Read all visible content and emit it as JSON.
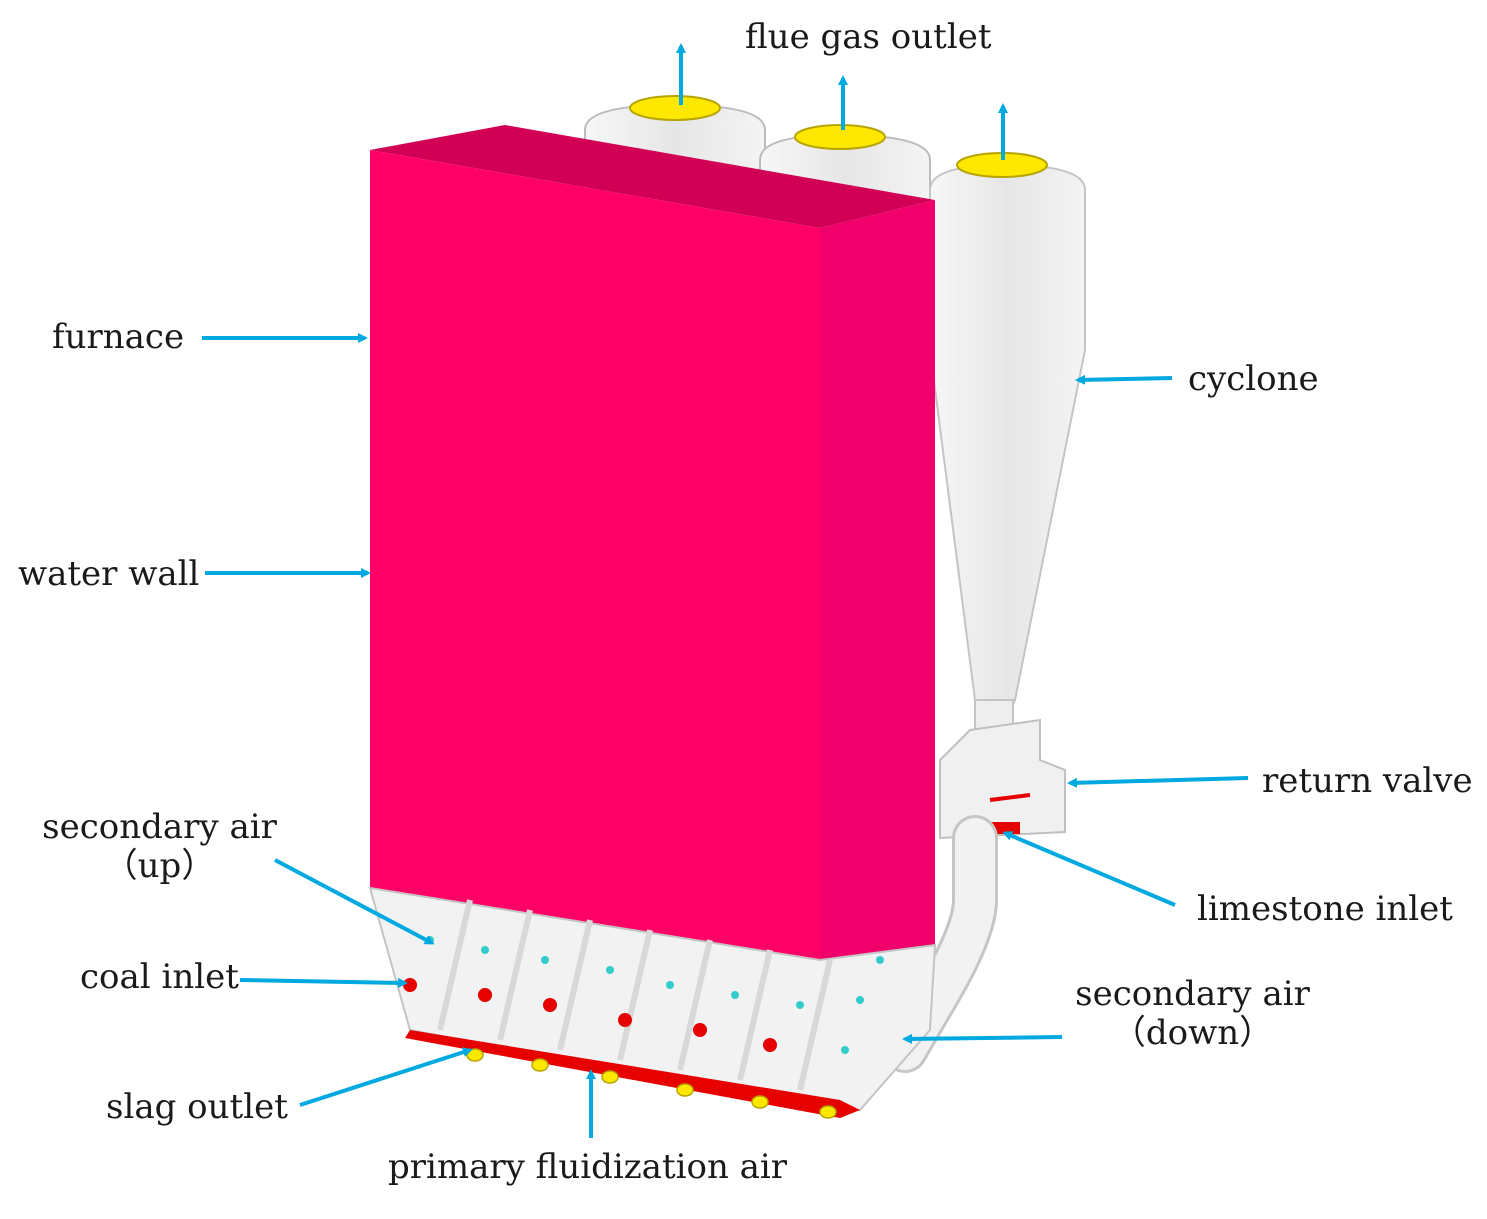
{
  "colors": {
    "furnace": "#ff0066",
    "furnace_dark": "#d10055",
    "arrow": "#00a9e0",
    "cap": "#ffe800",
    "cap_ring": "#b8a400",
    "body_light": "#efefef",
    "body_stroke": "#bcbcbc",
    "hot": "#e60000"
  },
  "labels": {
    "flue_gas_outlet": "flue gas outlet",
    "furnace": "furnace",
    "cyclone": "cyclone",
    "water_wall": "water wall",
    "return_valve": "return valve",
    "secondary_air_up_line1": "secondary air",
    "secondary_air_up_line2": "（up）",
    "limestone_inlet": "limestone inlet",
    "coal_inlet": "coal inlet",
    "secondary_air_down_line1": "secondary air",
    "secondary_air_down_line2": "（down）",
    "slag_outlet": "slag outlet",
    "primary_fluidization_air": "primary fluidization air"
  }
}
